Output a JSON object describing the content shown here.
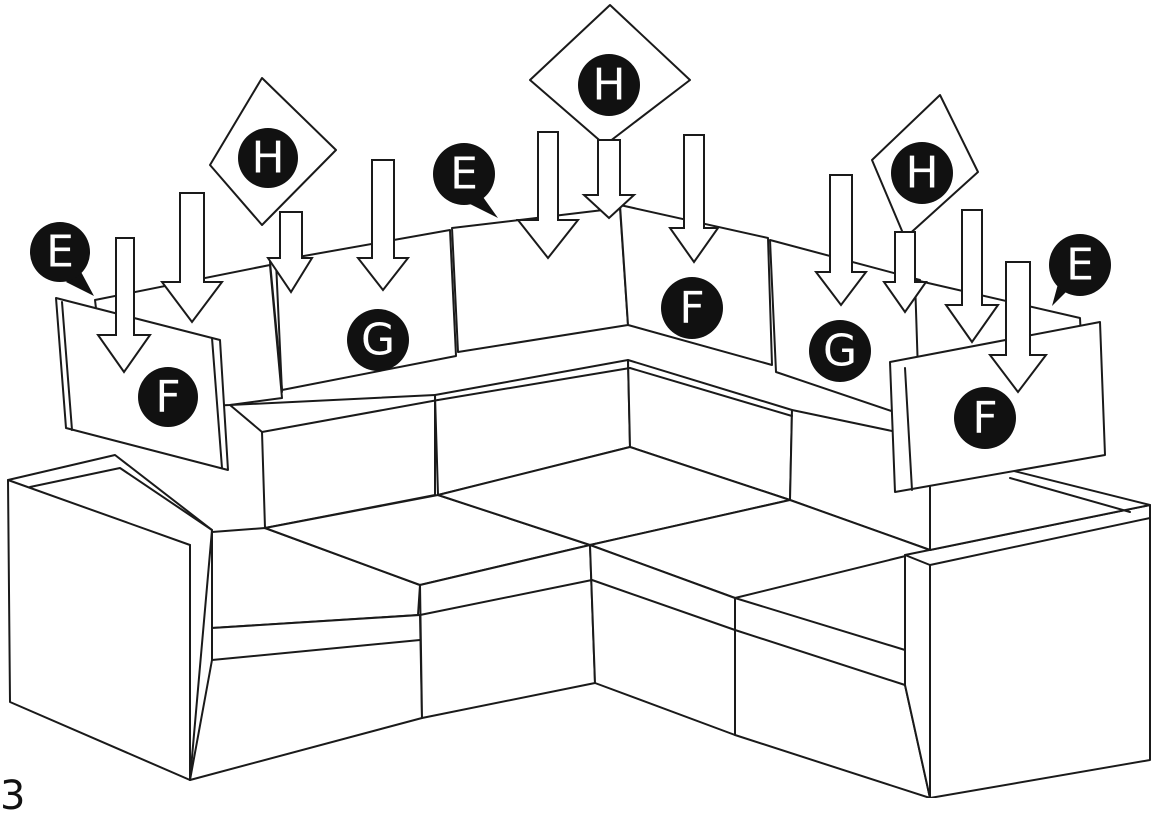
{
  "step_number": "3",
  "labels": {
    "e": "E",
    "f": "F",
    "g": "G",
    "h": "H"
  },
  "colors": {
    "line": "#1a1a1a",
    "badge_fill": "#111111",
    "badge_text": "#ffffff",
    "background": "#ffffff"
  },
  "icons": [
    "arrow-down-icon",
    "throw-pillow-icon",
    "label-badge-icon"
  ]
}
